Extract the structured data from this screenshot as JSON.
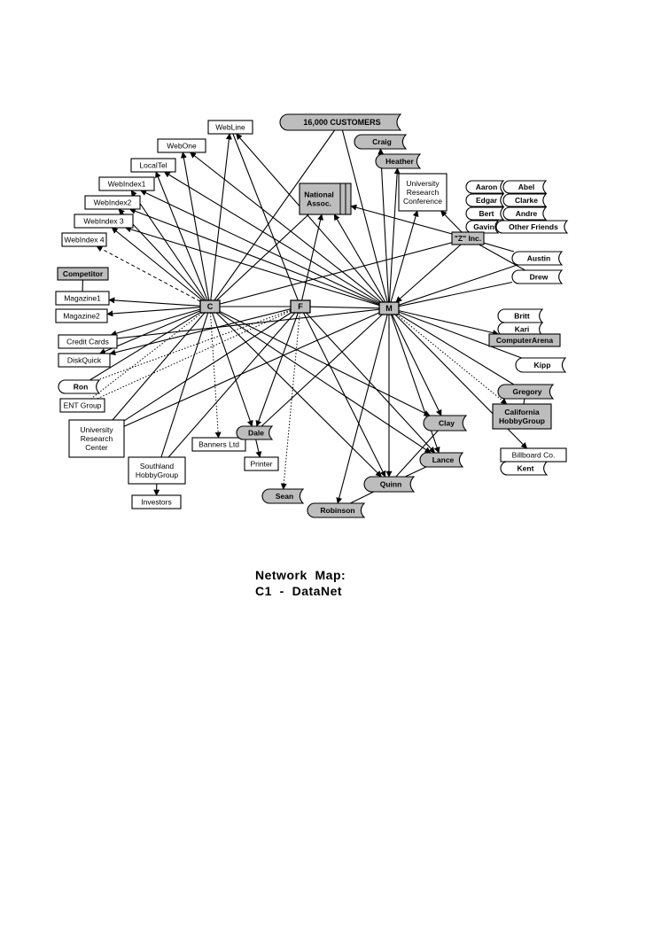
{
  "caption": {
    "line1": "Network  Map:",
    "line2": "C1  -  DataNet"
  },
  "colors": {
    "ink": "#000000",
    "shaded": "#bdbdbd",
    "paper": "#ffffff"
  },
  "nodes": [
    {
      "id": "customers",
      "label": "16,000 CUSTOMERS",
      "style": "scroll-shaded"
    },
    {
      "id": "craig",
      "label": "Craig",
      "style": "scroll-shaded"
    },
    {
      "id": "heather",
      "label": "Heather",
      "style": "scroll-shaded"
    },
    {
      "id": "webline",
      "label": "WebLine",
      "style": "box"
    },
    {
      "id": "webone",
      "label": "WebOne",
      "style": "box"
    },
    {
      "id": "localtel",
      "label": "LocalTel",
      "style": "box"
    },
    {
      "id": "webindex1",
      "label": "WebIndex1",
      "style": "box"
    },
    {
      "id": "webindex2",
      "label": "WebIndex2",
      "style": "box"
    },
    {
      "id": "webindex3",
      "label": "WebIndex 3",
      "style": "box"
    },
    {
      "id": "webindex4",
      "label": "WebIndex 4",
      "style": "box"
    },
    {
      "id": "competitor",
      "label": "Competitor",
      "style": "box-shaded"
    },
    {
      "id": "magazine1",
      "label": "Magazine1",
      "style": "box"
    },
    {
      "id": "magazine2",
      "label": "Magazine2",
      "style": "box"
    },
    {
      "id": "creditcards",
      "label": "Credit Cards",
      "style": "box"
    },
    {
      "id": "diskquick",
      "label": "DiskQuick",
      "style": "box"
    },
    {
      "id": "ron",
      "label": "Ron",
      "style": "scroll"
    },
    {
      "id": "entgroup",
      "label": "ENT Group",
      "style": "box"
    },
    {
      "id": "urc",
      "label": "University Research Center",
      "style": "box"
    },
    {
      "id": "bannersltd",
      "label": "Banners Ltd",
      "style": "box"
    },
    {
      "id": "dale",
      "label": "Dale",
      "style": "scroll-shaded"
    },
    {
      "id": "printer",
      "label": "Printer",
      "style": "box"
    },
    {
      "id": "southland",
      "label": "Southland HobbyGroup",
      "style": "box"
    },
    {
      "id": "investors",
      "label": "Investors",
      "style": "box"
    },
    {
      "id": "sean",
      "label": "Sean",
      "style": "scroll-shaded"
    },
    {
      "id": "robinson",
      "label": "Robinson",
      "style": "scroll-shaded"
    },
    {
      "id": "quinn",
      "label": "Quinn",
      "style": "scroll-shaded"
    },
    {
      "id": "lance",
      "label": "Lance",
      "style": "scroll-shaded"
    },
    {
      "id": "clay",
      "label": "Clay",
      "style": "scroll-shaded"
    },
    {
      "id": "national",
      "label": "National Assoc.",
      "style": "box-shaded"
    },
    {
      "id": "urconf",
      "label": "University Research Conference",
      "style": "box"
    },
    {
      "id": "aaron",
      "label": "Aaron",
      "style": "scroll"
    },
    {
      "id": "abel",
      "label": "Abel",
      "style": "scroll"
    },
    {
      "id": "edgar",
      "label": "Edgar",
      "style": "scroll"
    },
    {
      "id": "clarke",
      "label": "Clarke",
      "style": "scroll"
    },
    {
      "id": "bert",
      "label": "Bert",
      "style": "scroll"
    },
    {
      "id": "andre",
      "label": "Andre",
      "style": "scroll"
    },
    {
      "id": "gavin",
      "label": "Gavin",
      "style": "scroll"
    },
    {
      "id": "otherfriends",
      "label": "Other Friends",
      "style": "scroll"
    },
    {
      "id": "zinc",
      "label": "\"Z\" Inc.",
      "style": "box-shaded"
    },
    {
      "id": "austin",
      "label": "Austin",
      "style": "scroll"
    },
    {
      "id": "drew",
      "label": "Drew",
      "style": "scroll"
    },
    {
      "id": "britt",
      "label": "Britt",
      "style": "scroll"
    },
    {
      "id": "kari",
      "label": "Kari",
      "style": "scroll"
    },
    {
      "id": "computerarena",
      "label": "ComputerArena",
      "style": "box-shaded"
    },
    {
      "id": "kipp",
      "label": "Kipp",
      "style": "scroll"
    },
    {
      "id": "gregory",
      "label": "Gregory",
      "style": "scroll-shaded"
    },
    {
      "id": "california",
      "label": "California HobbyGroup",
      "style": "box-shaded"
    },
    {
      "id": "billboard",
      "label": "Billboard Co.",
      "style": "box"
    },
    {
      "id": "kent",
      "label": "Kent",
      "style": "scroll"
    },
    {
      "id": "c",
      "label": "C",
      "style": "hub"
    },
    {
      "id": "f",
      "label": "F",
      "style": "hub"
    },
    {
      "id": "m",
      "label": "M",
      "style": "hub"
    }
  ],
  "edges": [
    {
      "from": "c",
      "to": "webline",
      "style": "solid",
      "arrow": "to"
    },
    {
      "from": "c",
      "to": "webone",
      "style": "solid",
      "arrow": "to"
    },
    {
      "from": "c",
      "to": "localtel",
      "style": "solid",
      "arrow": "to"
    },
    {
      "from": "c",
      "to": "webindex1",
      "style": "solid",
      "arrow": "to"
    },
    {
      "from": "c",
      "to": "webindex2",
      "style": "solid",
      "arrow": "to"
    },
    {
      "from": "c",
      "to": "webindex3",
      "style": "solid",
      "arrow": "to"
    },
    {
      "from": "c",
      "to": "webindex4",
      "style": "dashed",
      "arrow": "to"
    },
    {
      "from": "c",
      "to": "magazine1",
      "style": "solid",
      "arrow": "to"
    },
    {
      "from": "c",
      "to": "magazine2",
      "style": "solid",
      "arrow": "to"
    },
    {
      "from": "c",
      "to": "creditcards",
      "style": "solid",
      "arrow": "to"
    },
    {
      "from": "c",
      "to": "diskquick",
      "style": "solid",
      "arrow": "to"
    },
    {
      "from": "c",
      "to": "ron",
      "style": "solid",
      "arrow": "none"
    },
    {
      "from": "c",
      "to": "entgroup",
      "style": "dotted",
      "arrow": "none"
    },
    {
      "from": "c",
      "to": "urc",
      "style": "solid",
      "arrow": "none"
    },
    {
      "from": "c",
      "to": "southland",
      "style": "solid",
      "arrow": "none"
    },
    {
      "from": "c",
      "to": "bannersltd",
      "style": "dotted",
      "arrow": "to"
    },
    {
      "from": "c",
      "to": "dale",
      "style": "solid",
      "arrow": "to"
    },
    {
      "from": "c",
      "to": "quinn",
      "style": "solid",
      "arrow": "to"
    },
    {
      "from": "c",
      "to": "lance",
      "style": "solid",
      "arrow": "to"
    },
    {
      "from": "c",
      "to": "clay",
      "style": "solid",
      "arrow": "to"
    },
    {
      "from": "c",
      "to": "customers",
      "style": "solid",
      "arrow": "none"
    },
    {
      "from": "c",
      "to": "national",
      "style": "solid",
      "arrow": "none"
    },
    {
      "from": "c",
      "to": "f",
      "style": "solid",
      "arrow": "none"
    },
    {
      "from": "f",
      "to": "m",
      "style": "solid",
      "arrow": "none"
    },
    {
      "from": "f",
      "to": "national",
      "style": "solid",
      "arrow": "to"
    },
    {
      "from": "f",
      "to": "sean",
      "style": "dotted",
      "arrow": "to"
    },
    {
      "from": "f",
      "to": "dale",
      "style": "solid",
      "arrow": "to"
    },
    {
      "from": "f",
      "to": "quinn",
      "style": "solid",
      "arrow": "to"
    },
    {
      "from": "f",
      "to": "lance",
      "style": "solid",
      "arrow": "to"
    },
    {
      "from": "f",
      "to": "ron",
      "style": "dotted",
      "arrow": "none"
    },
    {
      "from": "f",
      "to": "entgroup",
      "style": "dotted",
      "arrow": "none"
    },
    {
      "from": "f",
      "to": "urc",
      "style": "solid",
      "arrow": "none"
    },
    {
      "from": "f",
      "to": "southland",
      "style": "solid",
      "arrow": "none"
    },
    {
      "from": "f",
      "to": "diskquick",
      "style": "solid",
      "arrow": "to"
    },
    {
      "from": "f",
      "to": "webline",
      "style": "solid",
      "arrow": "none"
    },
    {
      "from": "m",
      "to": "webline",
      "style": "solid",
      "arrow": "to"
    },
    {
      "from": "m",
      "to": "webone",
      "style": "solid",
      "arrow": "to"
    },
    {
      "from": "m",
      "to": "localtel",
      "style": "solid",
      "arrow": "to"
    },
    {
      "from": "m",
      "to": "webindex1",
      "style": "solid",
      "arrow": "to"
    },
    {
      "from": "m",
      "to": "webindex2",
      "style": "solid",
      "arrow": "to"
    },
    {
      "from": "m",
      "to": "webindex3",
      "style": "solid",
      "arrow": "to"
    },
    {
      "from": "m",
      "to": "customers",
      "style": "solid",
      "arrow": "none"
    },
    {
      "from": "m",
      "to": "craig",
      "style": "solid",
      "arrow": "to"
    },
    {
      "from": "m",
      "to": "heather",
      "style": "solid",
      "arrow": "to"
    },
    {
      "from": "m",
      "to": "national",
      "style": "solid",
      "arrow": "to"
    },
    {
      "from": "m",
      "to": "urconf",
      "style": "solid",
      "arrow": "to"
    },
    {
      "from": "m",
      "to": "austin",
      "style": "solid",
      "arrow": "none"
    },
    {
      "from": "m",
      "to": "drew",
      "style": "solid",
      "arrow": "none"
    },
    {
      "from": "m",
      "to": "computerarena",
      "style": "solid",
      "arrow": "to"
    },
    {
      "from": "m",
      "to": "kipp",
      "style": "solid",
      "arrow": "none"
    },
    {
      "from": "m",
      "to": "california",
      "style": "dotted",
      "arrow": "to"
    },
    {
      "from": "m",
      "to": "gregory",
      "style": "solid",
      "arrow": "none"
    },
    {
      "from": "m",
      "to": "billboard",
      "style": "solid",
      "arrow": "to"
    },
    {
      "from": "m",
      "to": "clay",
      "style": "solid",
      "arrow": "to"
    },
    {
      "from": "m",
      "to": "lance",
      "style": "solid",
      "arrow": "to"
    },
    {
      "from": "m",
      "to": "quinn",
      "style": "solid",
      "arrow": "to"
    },
    {
      "from": "m",
      "to": "robinson",
      "style": "solid",
      "arrow": "to"
    },
    {
      "from": "m",
      "to": "dale",
      "style": "solid",
      "arrow": "none"
    },
    {
      "from": "m",
      "to": "urc",
      "style": "solid",
      "arrow": "none"
    },
    {
      "from": "m",
      "to": "creditcards",
      "style": "solid",
      "arrow": "none"
    },
    {
      "from": "zinc",
      "to": "m",
      "style": "solid",
      "arrow": "to"
    },
    {
      "from": "zinc",
      "to": "national",
      "style": "solid",
      "arrow": "to"
    },
    {
      "from": "zinc",
      "to": "c",
      "style": "solid",
      "arrow": "none"
    },
    {
      "from": "zinc",
      "to": "gavin",
      "style": "solid",
      "arrow": "none"
    },
    {
      "from": "zinc",
      "to": "austin",
      "style": "solid",
      "arrow": "none"
    },
    {
      "from": "zinc",
      "to": "drew",
      "style": "solid",
      "arrow": "none"
    },
    {
      "from": "zinc",
      "to": "urconf",
      "style": "solid",
      "arrow": "to"
    },
    {
      "from": "dale",
      "to": "printer",
      "style": "solid",
      "arrow": "to"
    },
    {
      "from": "southland",
      "to": "investors",
      "style": "solid",
      "arrow": "to"
    },
    {
      "from": "competitor",
      "to": "magazine1",
      "style": "solid",
      "arrow": "none"
    },
    {
      "from": "britt",
      "to": "computerarena",
      "style": "solid",
      "arrow": "none"
    },
    {
      "from": "gregory",
      "to": "california",
      "style": "solid",
      "arrow": "none"
    },
    {
      "from": "billboard",
      "to": "kent",
      "style": "solid",
      "arrow": "none"
    },
    {
      "from": "clay",
      "to": "quinn",
      "style": "solid",
      "arrow": "none"
    },
    {
      "from": "lance",
      "to": "quinn",
      "style": "solid",
      "arrow": "none"
    },
    {
      "from": "quinn",
      "to": "robinson",
      "style": "solid",
      "arrow": "none"
    }
  ]
}
